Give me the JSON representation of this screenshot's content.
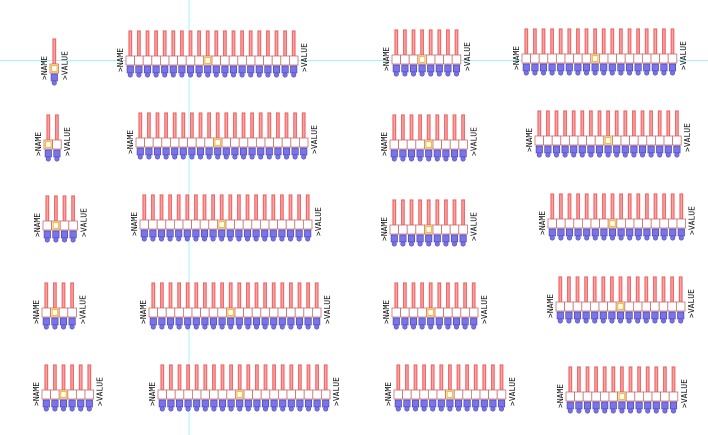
{
  "labels": {
    "name": ">NAME",
    "value": ">VALUE"
  },
  "colors": {
    "background": "#ffffff",
    "guide_line": "#9ff6ff",
    "pin_stroke": "#f06a6a",
    "pin_fill": "#f7a5a5",
    "body_outline": "#c87070",
    "pad_fill": "#7a74e6",
    "pad_outline": "#4b46b8",
    "pin1_marker": "#f4c230",
    "label_text": "#111111"
  },
  "icons": [
    "pin-header-footprint",
    "solder-pad",
    "pin1-marker"
  ],
  "components": [
    {
      "id": "r1c1",
      "pins": 1
    },
    {
      "id": "r1c2",
      "pins": 20
    },
    {
      "id": "r1c3",
      "pins": 8
    },
    {
      "id": "r1c4",
      "pins": 18
    },
    {
      "id": "r2c1",
      "pins": 2
    },
    {
      "id": "r2c2",
      "pins": 20
    },
    {
      "id": "r2c3",
      "pins": 9
    },
    {
      "id": "r2c4",
      "pins": 17
    },
    {
      "id": "r3c1",
      "pins": 4
    },
    {
      "id": "r3c2",
      "pins": 20
    },
    {
      "id": "r3c3",
      "pins": 9
    },
    {
      "id": "r3c4",
      "pins": 16
    },
    {
      "id": "r4c1",
      "pins": 4
    },
    {
      "id": "r4c2",
      "pins": 20
    },
    {
      "id": "r4c3",
      "pins": 10
    },
    {
      "id": "r4c4",
      "pins": 15
    },
    {
      "id": "r5c1",
      "pins": 6
    },
    {
      "id": "r5c2",
      "pins": 20
    },
    {
      "id": "r5c3",
      "pins": 13
    },
    {
      "id": "r5c4",
      "pins": 13
    }
  ]
}
